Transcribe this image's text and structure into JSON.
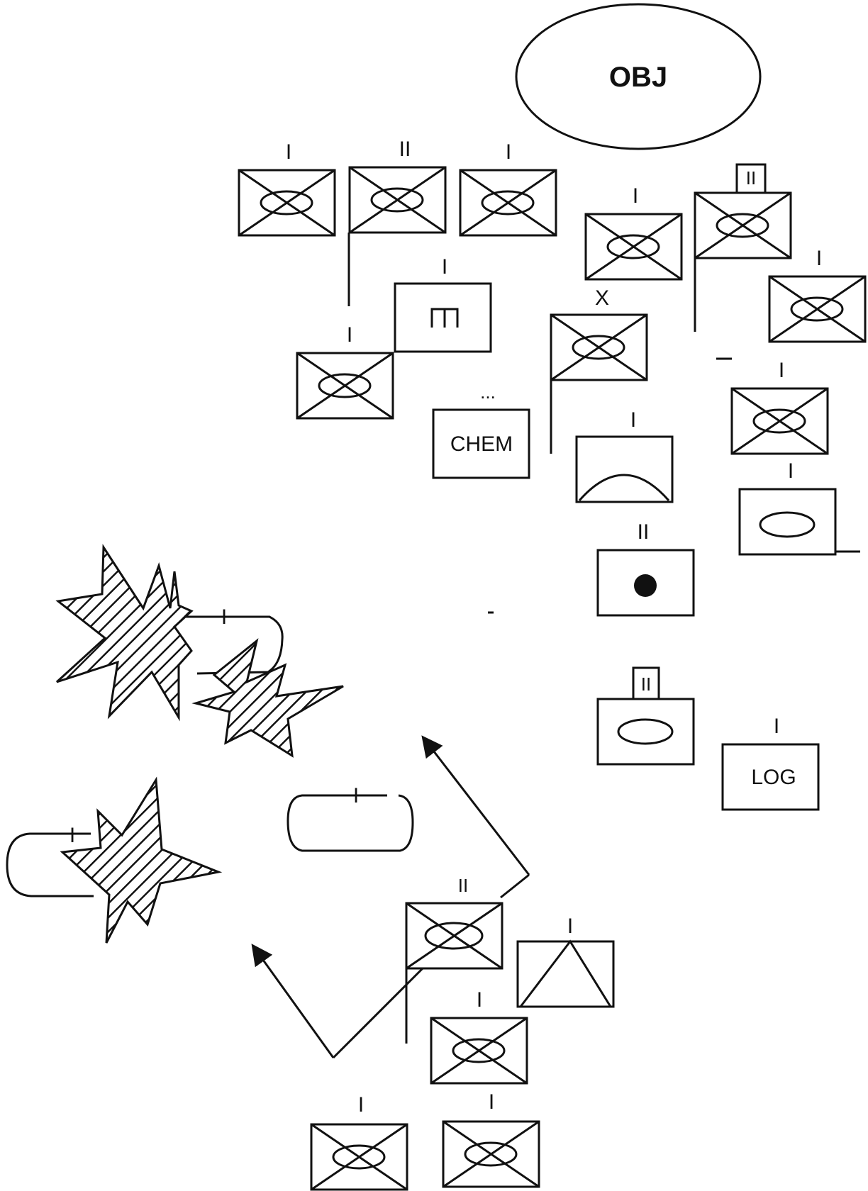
{
  "objective": {
    "label": "OBJ"
  },
  "units": {
    "u1": {
      "echelon": "I",
      "type": "mechanized-infantry"
    },
    "u2": {
      "echelon": "II",
      "type": "mechanized-infantry"
    },
    "u3": {
      "echelon": "I",
      "type": "mechanized-infantry"
    },
    "u4": {
      "echelon": "I",
      "type": "mechanized-infantry"
    },
    "u5": {
      "echelon": "II",
      "type": "mechanized-infantry",
      "headquarters": true
    },
    "u6": {
      "echelon": "I",
      "type": "mechanized-infantry"
    },
    "u7": {
      "echelon": "I",
      "type": "engineer"
    },
    "u8": {
      "echelon": "X",
      "type": "mechanized-infantry"
    },
    "u9": {
      "echelon": "I",
      "type": "mechanized-infantry"
    },
    "u10": {
      "echelon": "I",
      "type": "mechanized-infantry"
    },
    "u11": {
      "echelon": "...",
      "type": "chemical",
      "label": "CHEM"
    },
    "u12": {
      "echelon": "I",
      "type": "field-artillery"
    },
    "u13": {
      "echelon": "I",
      "type": "armor"
    },
    "u14": {
      "echelon": "II",
      "type": "field-artillery-point"
    },
    "u15": {
      "echelon": "II",
      "type": "armor",
      "headquarters": true
    },
    "u16": {
      "echelon": "I",
      "type": "logistics",
      "label": "LOG"
    },
    "u17": {
      "echelon": "II",
      "type": "mechanized-infantry"
    },
    "u18": {
      "echelon": "I",
      "type": "air-defense"
    },
    "u19": {
      "echelon": "I",
      "type": "mechanized-infantry"
    },
    "u20": {
      "echelon": "I",
      "type": "mechanized-infantry"
    },
    "u21": {
      "echelon": "I",
      "type": "mechanized-infantry"
    }
  },
  "enemy_positions": [
    {
      "echelon": "I",
      "style": "hatched-starburst"
    },
    {
      "echelon": "I",
      "style": "hatched-starburst"
    }
  ],
  "reserve": {
    "echelon": "I"
  },
  "colors": {
    "ink": "#111111",
    "paper": "#ffffff"
  }
}
